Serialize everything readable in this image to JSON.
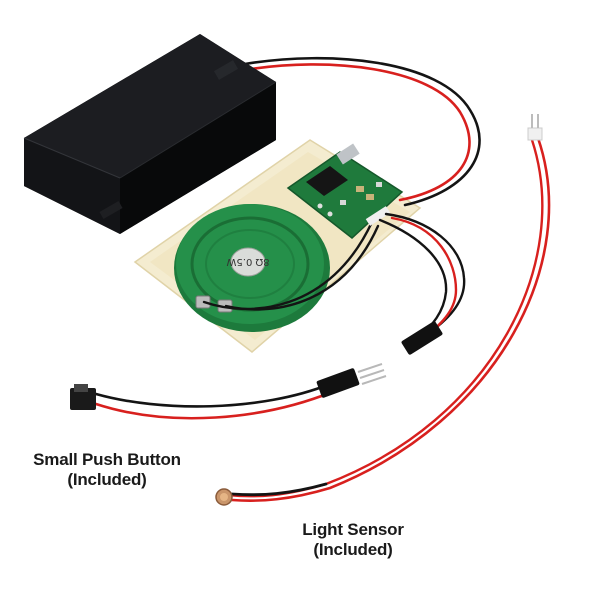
{
  "photo": {
    "speaker_marking": "8Ω 0.5W",
    "colors": {
      "battery_case": "#111214",
      "pcb": "#1f7a3c",
      "speaker": "#25904a",
      "wire_red": "#d8201e",
      "wire_black": "#141414",
      "adhesive_pad": "#f1e6c2"
    },
    "captions": {
      "button_line1": "Small Push Button",
      "button_line2": "(Included)",
      "sensor_line1": "Light Sensor",
      "sensor_line2": "(Included)"
    }
  }
}
